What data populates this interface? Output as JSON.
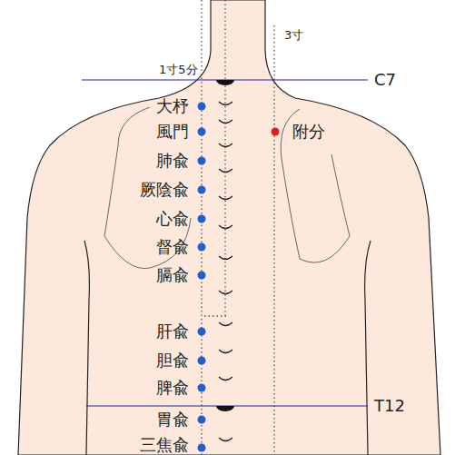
{
  "diagram": {
    "labels": [
      "3寸",
      "1寸5分",
      "C7",
      "大杼",
      "風門",
      "肺兪",
      "厥陰兪",
      "心兪",
      "督兪",
      "膈兪",
      "肝兪",
      "胆兪",
      "脾兪",
      "T12",
      "胃兪",
      "三焦兪",
      "附分"
    ]
  }
}
